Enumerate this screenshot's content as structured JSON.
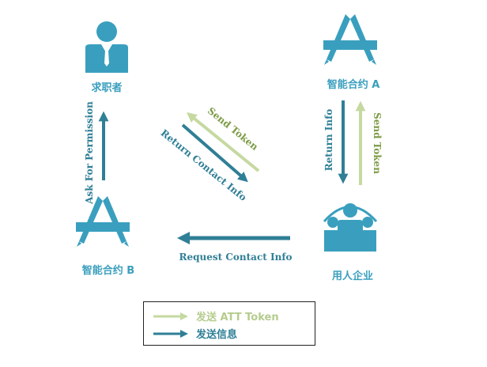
{
  "nodes": {
    "job_seeker": {
      "label": "求职者",
      "icon": "person-icon"
    },
    "contract_a": {
      "label": "智能合约 A",
      "icon": "app-store-icon"
    },
    "contract_b": {
      "label": "智能合约 B",
      "icon": "app-store-icon"
    },
    "employer": {
      "label": "用人企业",
      "icon": "group-icon"
    }
  },
  "edges": {
    "ask_permission": "Ask For Permission",
    "send_token_diag": "Send Token",
    "return_contact_info": "Return Contact Info",
    "return_info": "Return Info",
    "send_token_vert": "Send Token",
    "request_contact_info": "Request Contact Info"
  },
  "legend": {
    "att_token": "发送 ATT Token",
    "send_info": "发送信息"
  },
  "colors": {
    "teal_arrow": "#2f7f96",
    "green_arrow": "#c5d9a1",
    "icon_blue": "#3a9fbe",
    "label_blue": "#3a9fbe",
    "green_text": "#7d9b46",
    "teal_text": "#2f7f96"
  }
}
